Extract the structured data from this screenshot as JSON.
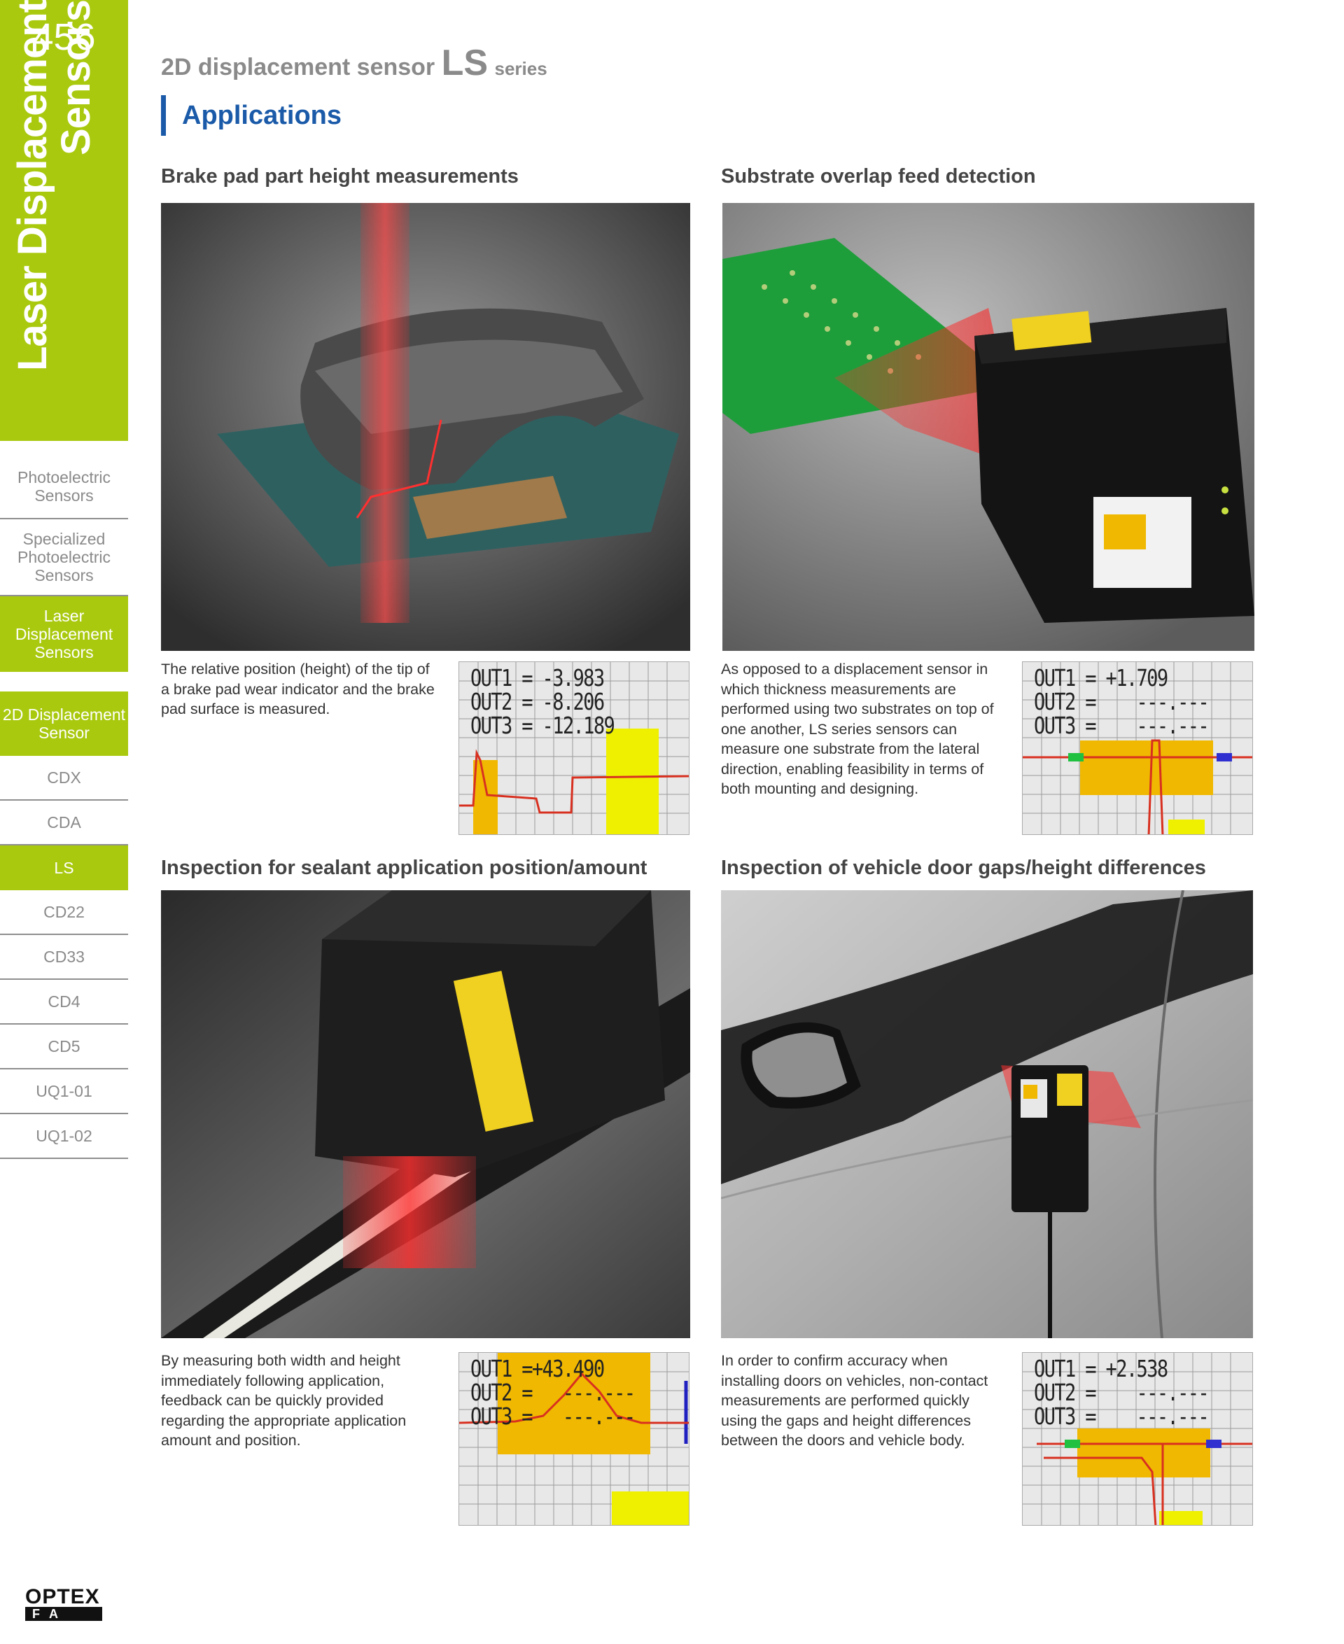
{
  "page_number": "456",
  "sidebar": {
    "title_line1": "Laser Displacement",
    "title_line2": "Sensors",
    "items": [
      {
        "label": "Photoelectric Sensors"
      },
      {
        "label": "Specialized Photoelectric Sensors"
      },
      {
        "label": "Laser Displacement Sensors"
      },
      {
        "label": "2D Displacement Sensor"
      },
      {
        "label": "CDX"
      },
      {
        "label": "CDA"
      },
      {
        "label": "LS"
      },
      {
        "label": "CD22"
      },
      {
        "label": "CD33"
      },
      {
        "label": "CD4"
      },
      {
        "label": "CD5"
      },
      {
        "label": "UQ1-01"
      },
      {
        "label": "UQ1-02"
      }
    ]
  },
  "header": {
    "product_prefix": "2D displacement sensor",
    "product_name": "LS",
    "product_suffix": "series"
  },
  "section_title": "Applications",
  "applications": [
    {
      "title": "Brake pad part height measurements",
      "description": "The relative position (height) of the tip of a brake pad wear indicator and the brake pad surface is measured.",
      "screen": {
        "out1": "OUT1 = -3.983",
        "out2": "OUT2 = -8.206",
        "out3": "OUT3 = -12.189"
      }
    },
    {
      "title": "Substrate overlap feed detection",
      "description": "As opposed to a displacement sensor in which thickness measurements are performed using two substrates on top of one another, LS series sensors can measure one substrate from the lateral direction, enabling feasibility in terms of both mounting and designing.",
      "screen": {
        "out1": "OUT1 = +1.709",
        "out2": "OUT2 =    ---.---",
        "out3": "OUT3 =    ---.---"
      }
    },
    {
      "title": "Inspection for sealant application position/amount",
      "description": "By measuring both width and height immediately following application, feedback can be quickly provided regarding the appropriate application amount and position.",
      "screen": {
        "out1": "OUT1 =+43.490",
        "out2": "OUT2 =   ---.---",
        "out3": "OUT3 =   ---.---"
      }
    },
    {
      "title": "Inspection of vehicle door gaps/height differences",
      "description": "In order to confirm accuracy when installing doors on vehicles, non-contact measurements are performed quickly using the gaps and height differences between the doors and vehicle body.",
      "screen": {
        "out1": "OUT1 = +2.538",
        "out2": "OUT2 =    ---.---",
        "out3": "OUT3 =    ---.---"
      }
    }
  ],
  "logo": {
    "top": "OPTEX",
    "bottom": "FA"
  },
  "colors": {
    "accent_green": "#a9c90f",
    "title_blue": "#1a5aa8"
  }
}
